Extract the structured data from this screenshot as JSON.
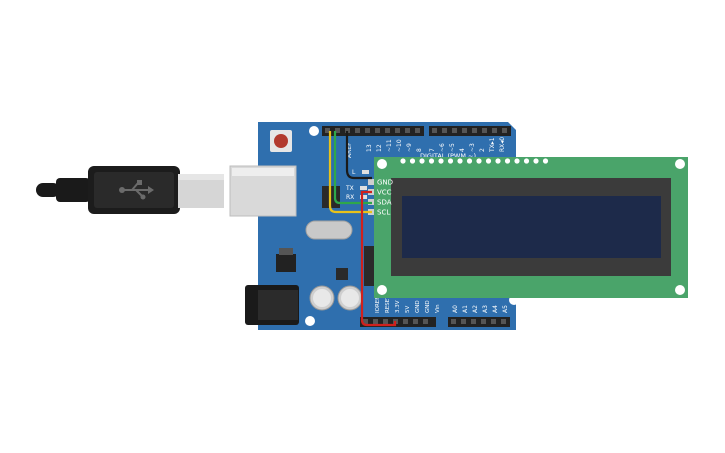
{
  "colors": {
    "board": "#2f6fae",
    "board_dark": "#1f4f82",
    "lcd_pcb": "#4aa46a",
    "lcd_bezel": "#3b3b3b",
    "lcd_screen": "#1d2a4a",
    "wire_black": "#1a1a1a",
    "wire_yellow": "#e8c21a",
    "wire_green": "#2fa84a",
    "wire_red": "#d0201c",
    "usb_cable": "#1a1a1a"
  },
  "board": {
    "aref_label": "AREF",
    "digital_label": "DIGITAL (PWM ~)",
    "digital_pins": [
      "13",
      "12",
      "~11",
      "~10",
      "~9",
      "8",
      "7",
      "~6",
      "~5",
      "4",
      "~3",
      "2",
      "TX▸1",
      "RX◂0"
    ],
    "power_pins": [
      "IOREF",
      "RESET",
      "3.3V",
      "5V",
      "GND",
      "GND",
      "Vin"
    ],
    "analog_pins": [
      "A0",
      "A1",
      "A2",
      "A3",
      "A4",
      "A5"
    ],
    "led_l": "L",
    "led_tx": "TX",
    "led_rx": "RX"
  },
  "lcd": {
    "pin_labels": [
      "GND",
      "VCC",
      "SDA",
      "SCL"
    ]
  },
  "icons": {
    "usb": "usb-symbol-icon"
  }
}
